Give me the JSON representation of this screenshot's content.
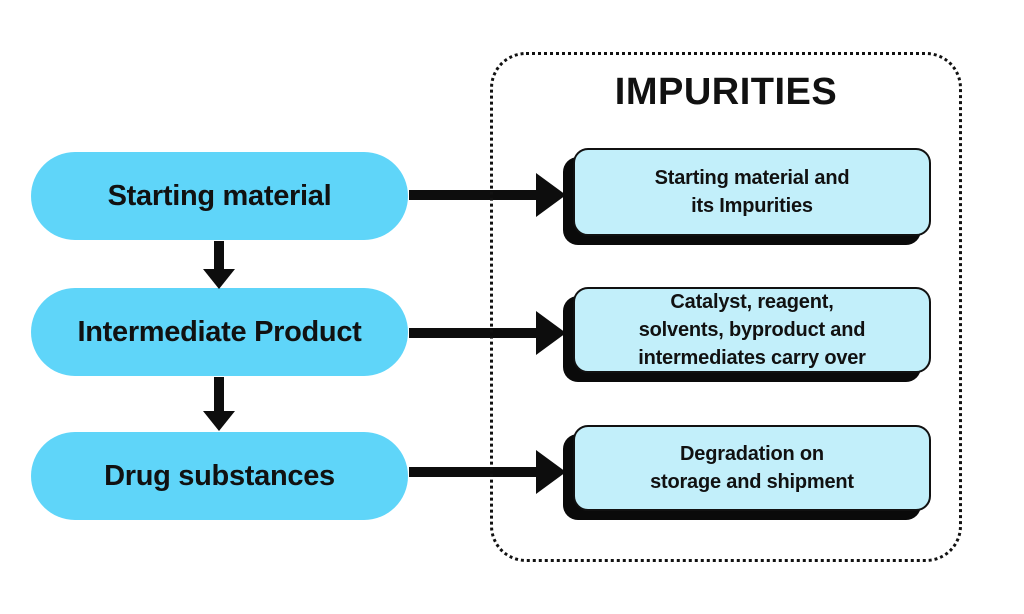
{
  "diagram": {
    "left_nodes": [
      {
        "id": "starting-material",
        "label": "Starting material"
      },
      {
        "id": "intermediate-product",
        "label": "Intermediate Product"
      },
      {
        "id": "drug-substances",
        "label": "Drug substances"
      }
    ],
    "impurities_panel": {
      "title": "IMPURITIES",
      "items": [
        {
          "label": "Starting material and\nits Impurities"
        },
        {
          "label": "Catalyst, reagent,\nsolvents, byproduct and\nintermediates carry over"
        },
        {
          "label": "Degradation on\nstorage and shipment"
        }
      ]
    },
    "colors": {
      "node_fill": "#5fd5f9",
      "impurity_fill": "#c2effa",
      "outline": "#111111",
      "arrow": "#0d0d0d",
      "background": "#ffffff"
    }
  }
}
